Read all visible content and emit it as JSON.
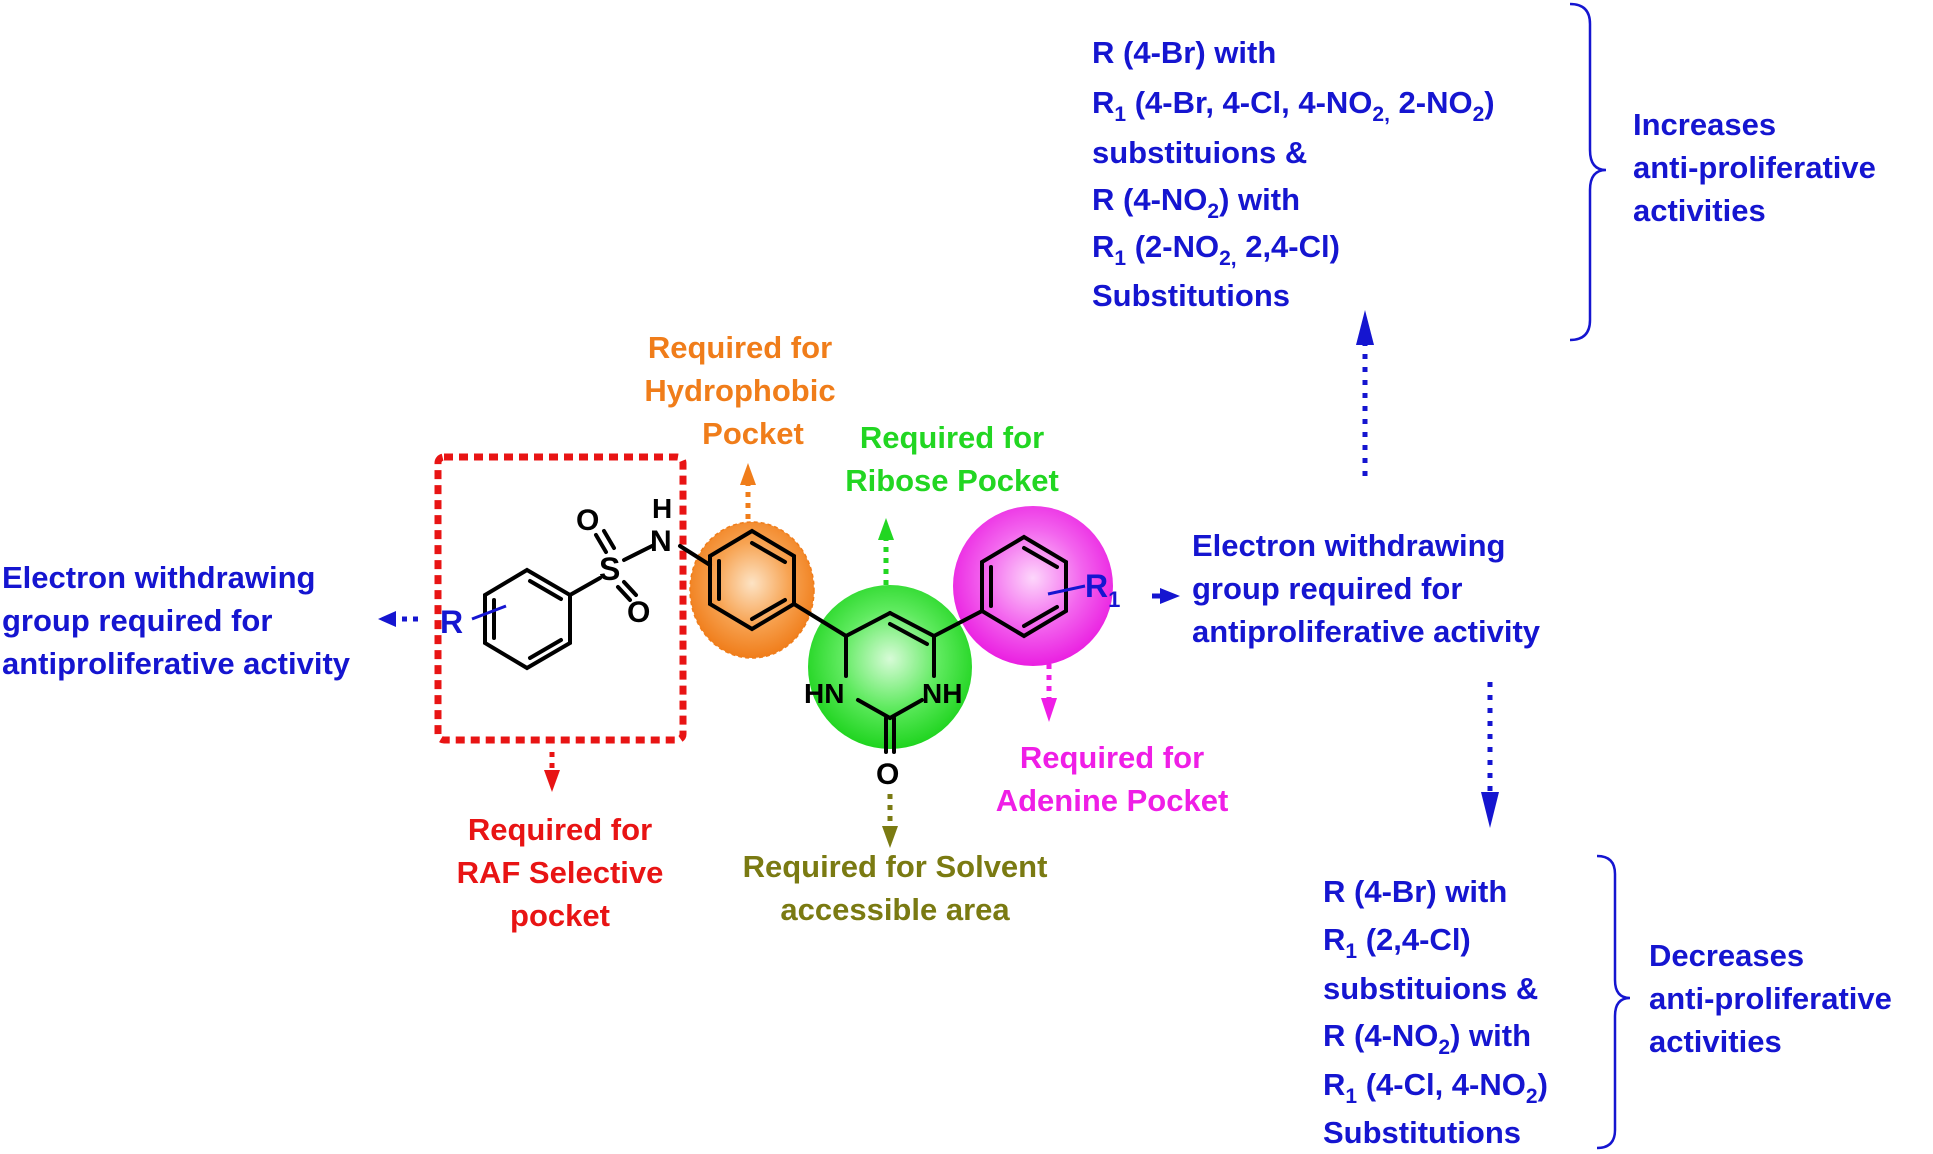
{
  "colors": {
    "blue": "#1515d0",
    "orange": "#f07d1a",
    "green": "#22d622",
    "magenta": "#ef1ee6",
    "red": "#e81414",
    "olive": "#7a7a12",
    "black": "#000000"
  },
  "atoms": {
    "R": "R",
    "R1_main": "R",
    "R1_sub": "1",
    "S": "S",
    "O_top": "O",
    "O_bottom": "O",
    "N": "N",
    "H": "H",
    "HN": "HN",
    "NH": "NH",
    "O_carbonyl": "O"
  },
  "labels": {
    "left_ewg": [
      "Electron withdrawing",
      "group required for",
      "antiproliferative activity"
    ],
    "right_ewg": [
      "Electron withdrawing",
      "group required for",
      "antiproliferative activity"
    ],
    "hydrophobic": [
      "Required for",
      "Hydrophobic",
      "Pocket"
    ],
    "ribose": [
      "Required for",
      "Ribose Pocket"
    ],
    "adenine": [
      "Required for",
      "Adenine Pocket"
    ],
    "raf": [
      "Required for",
      "RAF Selective",
      "pocket"
    ],
    "solvent": [
      "Required for Solvent",
      "accessible area"
    ]
  },
  "increase_block": {
    "line1": "R (4-Br) with",
    "line2_R": "R",
    "line2_sub": "1",
    "line2_a": " (4-Br, 4-Cl, 4-NO",
    "line2_sub2": "2,",
    "line2_b": " 2-NO",
    "line2_sub3": "2",
    "line2_c": ")",
    "line3": "substituions &",
    "line4_a": "R (4-NO",
    "line4_sub": "2",
    "line4_b": ") with",
    "line5_R": "R",
    "line5_sub": "1",
    "line5_a": " (2-NO",
    "line5_sub2": "2,",
    "line5_b": " 2,4-Cl)",
    "line6": "Substitutions",
    "effect": [
      "Increases",
      "anti-proliferative",
      "activities"
    ]
  },
  "decrease_block": {
    "line1": "R (4-Br) with",
    "line2_R": "R",
    "line2_sub": "1",
    "line2_a": " (2,4-Cl)",
    "line3": "substituions &",
    "line4_a": "R (4-NO",
    "line4_sub": "2",
    "line4_b": ") with",
    "line5_R": "R",
    "line5_sub": "1",
    "line5_a": " (4-Cl, 4-NO",
    "line5_sub2": "2",
    "line5_b": ")",
    "line6": "Substitutions",
    "effect": [
      "Decreases",
      "anti-proliferative",
      "activities"
    ]
  }
}
